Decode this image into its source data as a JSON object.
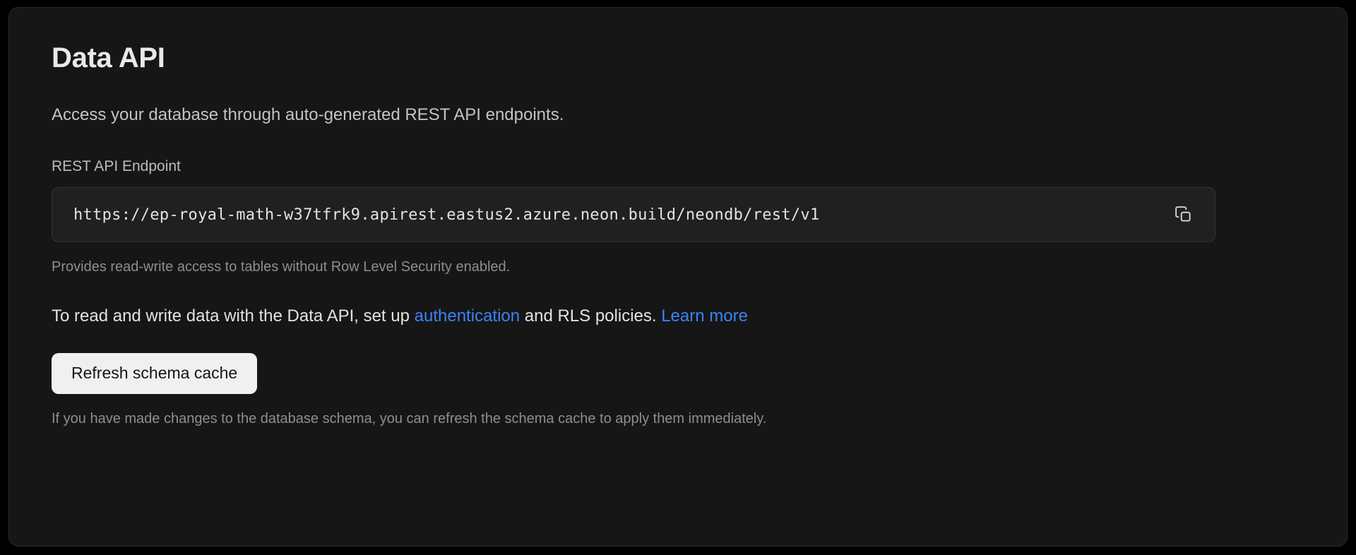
{
  "card": {
    "title": "Data API",
    "subtitle": "Access your database through auto-generated REST API endpoints.",
    "endpoint": {
      "label": "REST API Endpoint",
      "value": "https://ep-royal-math-w37tfrk9.apirest.eastus2.azure.neon.build/neondb/rest/v1",
      "placeholder": "https://",
      "copy_icon": "copy-icon",
      "hint": "Provides read-write access to tables without Row Level Security enabled."
    },
    "policy": {
      "text_before_link": "To read and write data with the Data API, set up ",
      "link_auth": "authentication",
      "text_between": " and RLS policies. ",
      "link_learn_more": "Learn more"
    },
    "refresh": {
      "label": "Refresh schema cache",
      "footnote": "If you have made changes to the database schema, you can refresh the schema cache to apply them immediately."
    }
  },
  "colors": {
    "page_background": "#000000",
    "card_background": "#161616",
    "card_border": "#2a2a2a",
    "input_background": "#202020",
    "input_border": "#343434",
    "link": "#3b82f6",
    "button_background": "#f0f0f0",
    "button_text": "#141414",
    "primary_text": "#e9e9e9",
    "muted_text": "#8e8e8e"
  }
}
